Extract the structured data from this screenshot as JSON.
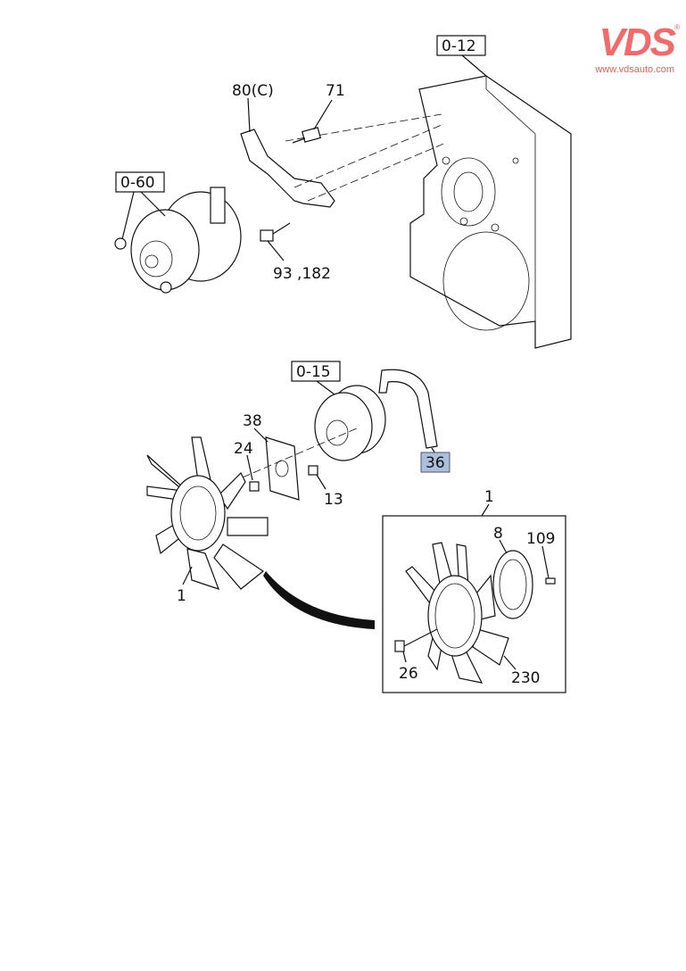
{
  "logo": {
    "brand": "VDS",
    "registered": "®",
    "url": "www.vdsauto.com",
    "color": "#f26b6b"
  },
  "references": {
    "engine_block": "0-12",
    "alternator": "0-60",
    "pulley": "0-15"
  },
  "callouts": {
    "bracket": "80(C)",
    "bolt_71": "71",
    "bolts_93_182": "93 ,182",
    "spacer": "38",
    "bolt_24": "24",
    "nut_13": "13",
    "belt": "36",
    "fan_assembly": "1",
    "fan_assembly_box": "1",
    "fan_clutch": "8",
    "stud_109": "109",
    "bolt_26": "26",
    "fan_230": "230"
  },
  "highlight_color": "#aabfdc"
}
